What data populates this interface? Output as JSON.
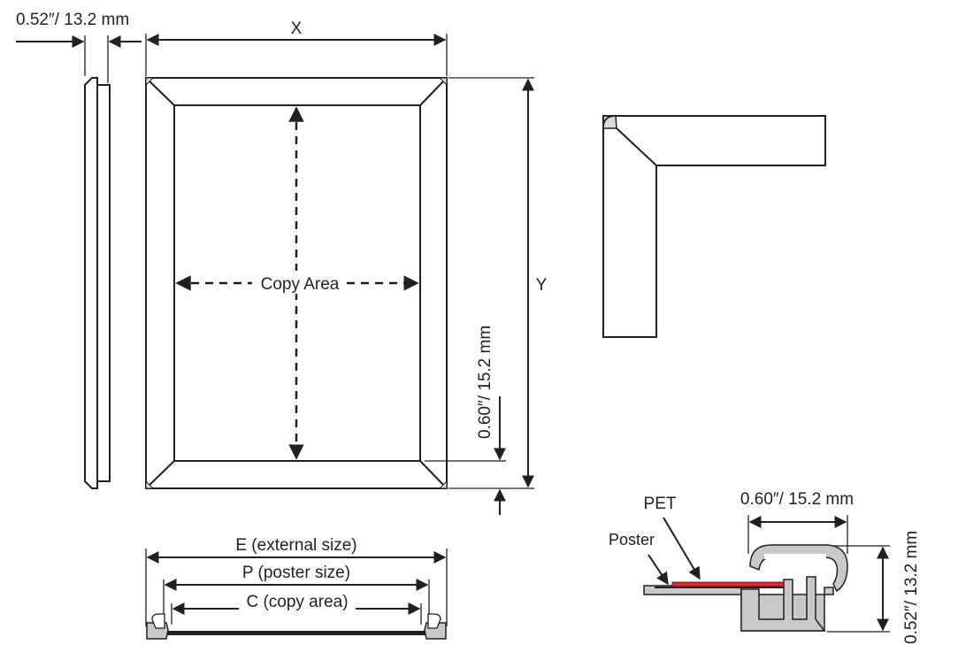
{
  "labels": {
    "side_thickness": "0.52″/ 13.2 mm",
    "x_dim": "X",
    "y_dim": "Y",
    "copy_area": "Copy Area",
    "border_width_vertical": "0.60″/ 15.2 mm",
    "external_size": "E (external size)",
    "poster_size": "P (poster size)",
    "copy_area_size": "C (copy area)",
    "pet": "PET",
    "poster": "Poster",
    "profile_width": "0.60″/ 15.2 mm",
    "profile_height": "0.52″/ 13.2 mm"
  },
  "colors": {
    "line": "#231f20",
    "profile_fill": "#c8c9cb",
    "pet_film": "#e2262b",
    "corner_fill": "#d9dadc"
  }
}
